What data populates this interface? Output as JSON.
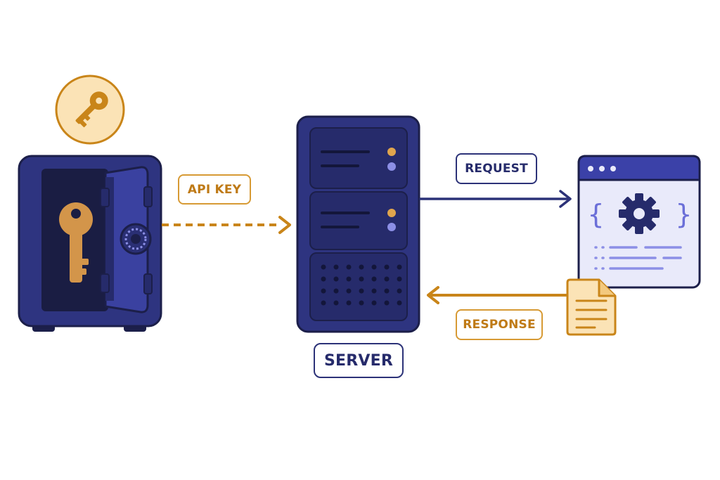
{
  "labels": {
    "api_key": "API KEY",
    "server": "SERVER",
    "request": "REQUEST",
    "response": "RESPONSE"
  },
  "icons": {
    "key_badge": "key-icon",
    "vault": "safe-icon",
    "server": "server-rack-icon",
    "api_window": "browser-window-gear-icon",
    "document": "document-icon"
  },
  "colors": {
    "navy": "#2C3278",
    "navy_dark": "#1C1F4A",
    "gold": "#D79A34",
    "gold_light": "#FBE3B6",
    "lavender": "#8C8FE6",
    "window_bg": "#E9EAFA"
  }
}
